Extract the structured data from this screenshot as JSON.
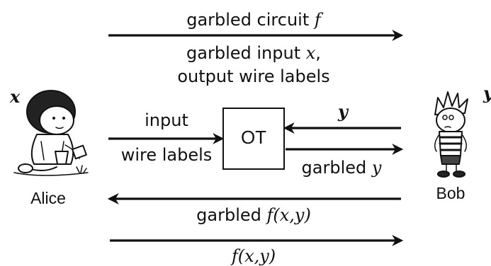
{
  "alice": {
    "name": "Alice",
    "input": "x"
  },
  "bob": {
    "name": "Bob",
    "input": "y"
  },
  "messages": {
    "garbled_circuit": {
      "text": "garbled circuit ",
      "var": "f"
    },
    "garbled_input_line1": {
      "text": "garbled input ",
      "var": "x",
      "suffix": ","
    },
    "garbled_input_line2": "output wire labels",
    "input_label_top": "input",
    "input_label_bottom": "wire labels",
    "ot_box": "OT",
    "ot_in_right": "y",
    "ot_out_right": {
      "text": "garbled ",
      "var": "y"
    },
    "garbled_result": {
      "text": "garbled ",
      "var": "f(x,y)"
    },
    "final_result": "f(x,y)"
  },
  "colors": {
    "ink": "#111111",
    "background": "#ffffff"
  }
}
